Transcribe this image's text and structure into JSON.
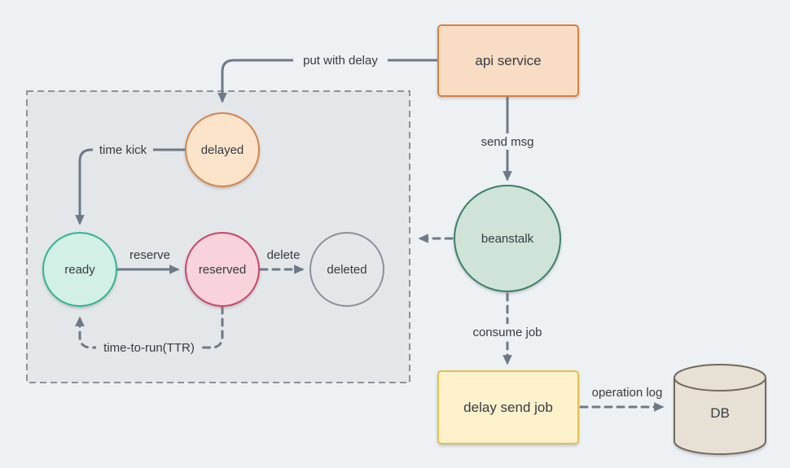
{
  "nodes": {
    "api_service": "api service",
    "beanstalk": "beanstalk",
    "delay_send_job": "delay send job",
    "db": "DB",
    "delayed": "delayed",
    "ready": "ready",
    "reserved": "reserved",
    "deleted": "deleted"
  },
  "edges": {
    "put_with_delay": "put with delay",
    "send_msg": "send msg",
    "consume_job": "consume job",
    "operation_log": "operation log",
    "time_kick": "time kick",
    "reserve": "reserve",
    "delete": "delete",
    "time_to_run": "time-to-run(TTR)"
  },
  "colors": {
    "page_background": "#edf1f4",
    "panel_background": "#e4e7ea",
    "panel_border": "#8b929b",
    "arrow": "#6e7987",
    "text": "#353b43",
    "api_service_fill": "#f8dcc3",
    "api_service_border": "#d8813f",
    "delayed_fill": "#fce4ca",
    "delayed_border": "#d2854e",
    "ready_fill": "#d2f0e6",
    "ready_border": "#33b394",
    "reserved_fill": "#f8d3db",
    "reserved_border": "#cc4466",
    "deleted_border": "#8a919b",
    "beanstalk_fill": "#cfe3d9",
    "beanstalk_border": "#3d7f68",
    "delay_send_job_fill": "#fdf2cc",
    "delay_send_job_border": "#e2c14b",
    "db_fill": "#e7e1d5",
    "db_border": "#72695c"
  }
}
